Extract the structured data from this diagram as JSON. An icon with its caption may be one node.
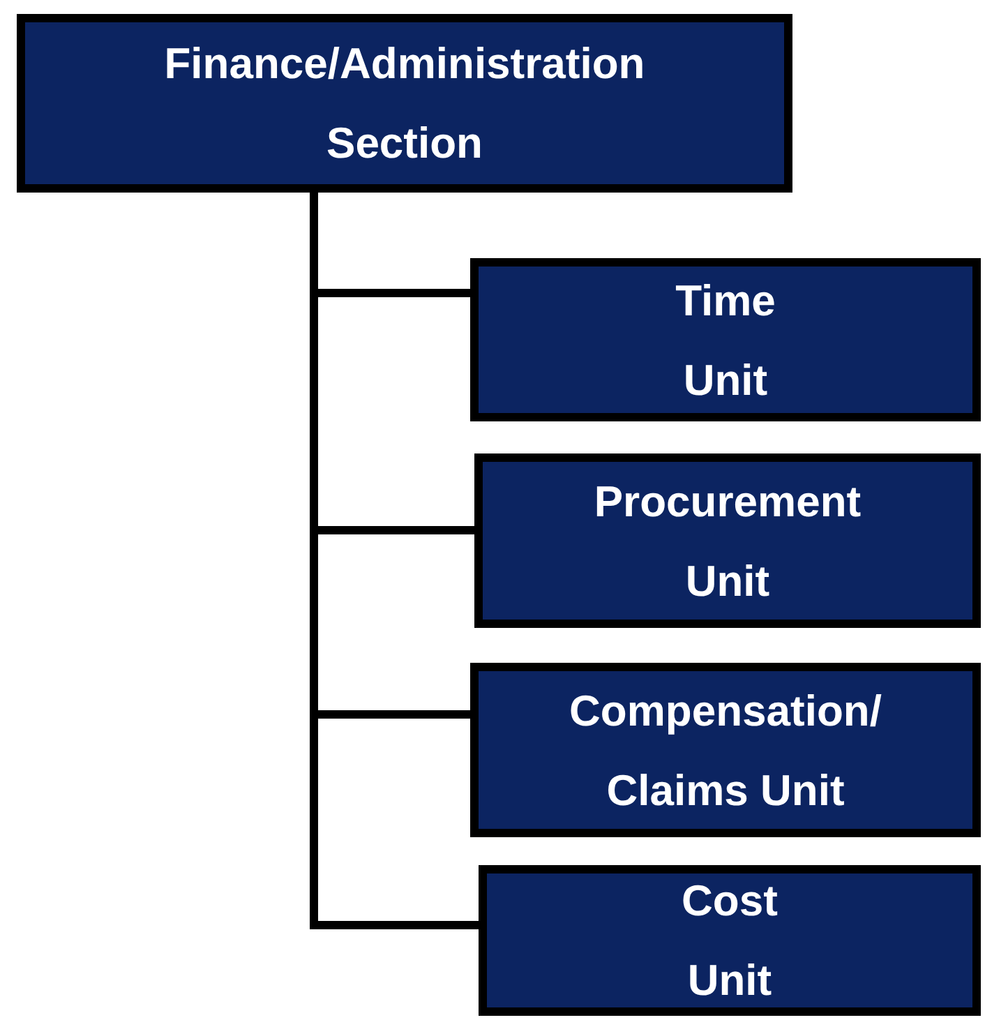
{
  "diagram": {
    "nodes": [
      {
        "text": [
          "Finance/Administration Section"
        ]
      },
      {
        "text": [
          "Time Unit"
        ]
      },
      {
        "text": [
          "Procurement Unit"
        ]
      },
      {
        "text": [
          "Compensation/ Claims Unit"
        ]
      },
      {
        "text": [
          "Cost Unit"
        ]
      }
    ],
    "edges": [
      {
        "from": 0,
        "to": 1,
        "arrow": "none"
      },
      {
        "from": 0,
        "to": 2,
        "arrow": "none"
      },
      {
        "from": 0,
        "to": 3,
        "arrow": "none"
      },
      {
        "from": 0,
        "to": 4,
        "arrow": "none"
      }
    ]
  }
}
